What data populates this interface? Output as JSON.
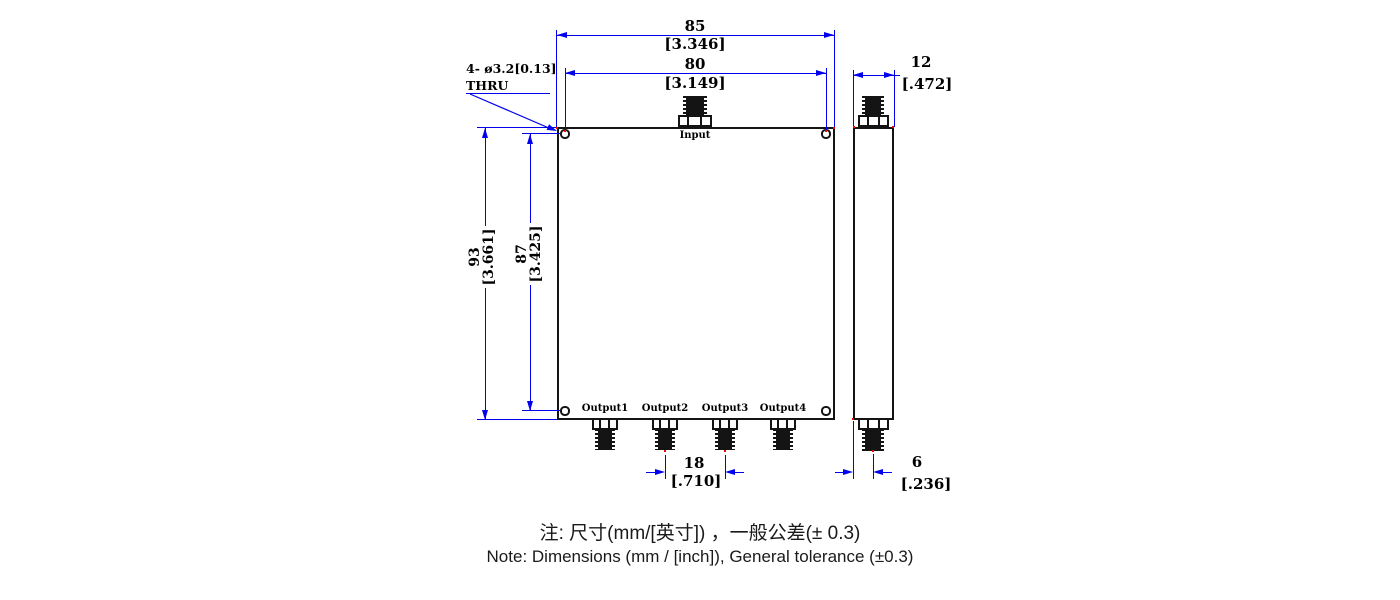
{
  "drawing": {
    "hole_note": {
      "line1": "4- ø3.2[0.13]",
      "line2": "THRU"
    },
    "labels": {
      "input": "Input",
      "outputs": [
        "Output1",
        "Output2",
        "Output3",
        "Output4"
      ]
    },
    "dims": {
      "overall_width": {
        "mm": "85",
        "inch": "[3.346]"
      },
      "hole_span_width": {
        "mm": "80",
        "inch": "[3.149]"
      },
      "overall_height": {
        "mm": "93",
        "inch": "[3.661]"
      },
      "hole_span_height": {
        "mm": "87",
        "inch": "[3.425]"
      },
      "side_depth": {
        "mm": "12",
        "inch": "[.472]"
      },
      "output_pitch": {
        "mm": "18",
        "inch": "[.710]"
      },
      "connector_offset": {
        "mm": "6",
        "inch": "[.236]"
      }
    },
    "notes": {
      "cn": "注: 尺寸(mm/[英寸]) ，一般公差(± 0.3)",
      "en": "Note: Dimensions (mm / [inch]), General tolerance (±0.3)"
    },
    "colors": {
      "dimension_blue": "#0101ee",
      "outline_black": "#141414",
      "defpoint_red": "#ff0000",
      "note_text": "#1a1a1a",
      "background": "#ffffff"
    }
  }
}
